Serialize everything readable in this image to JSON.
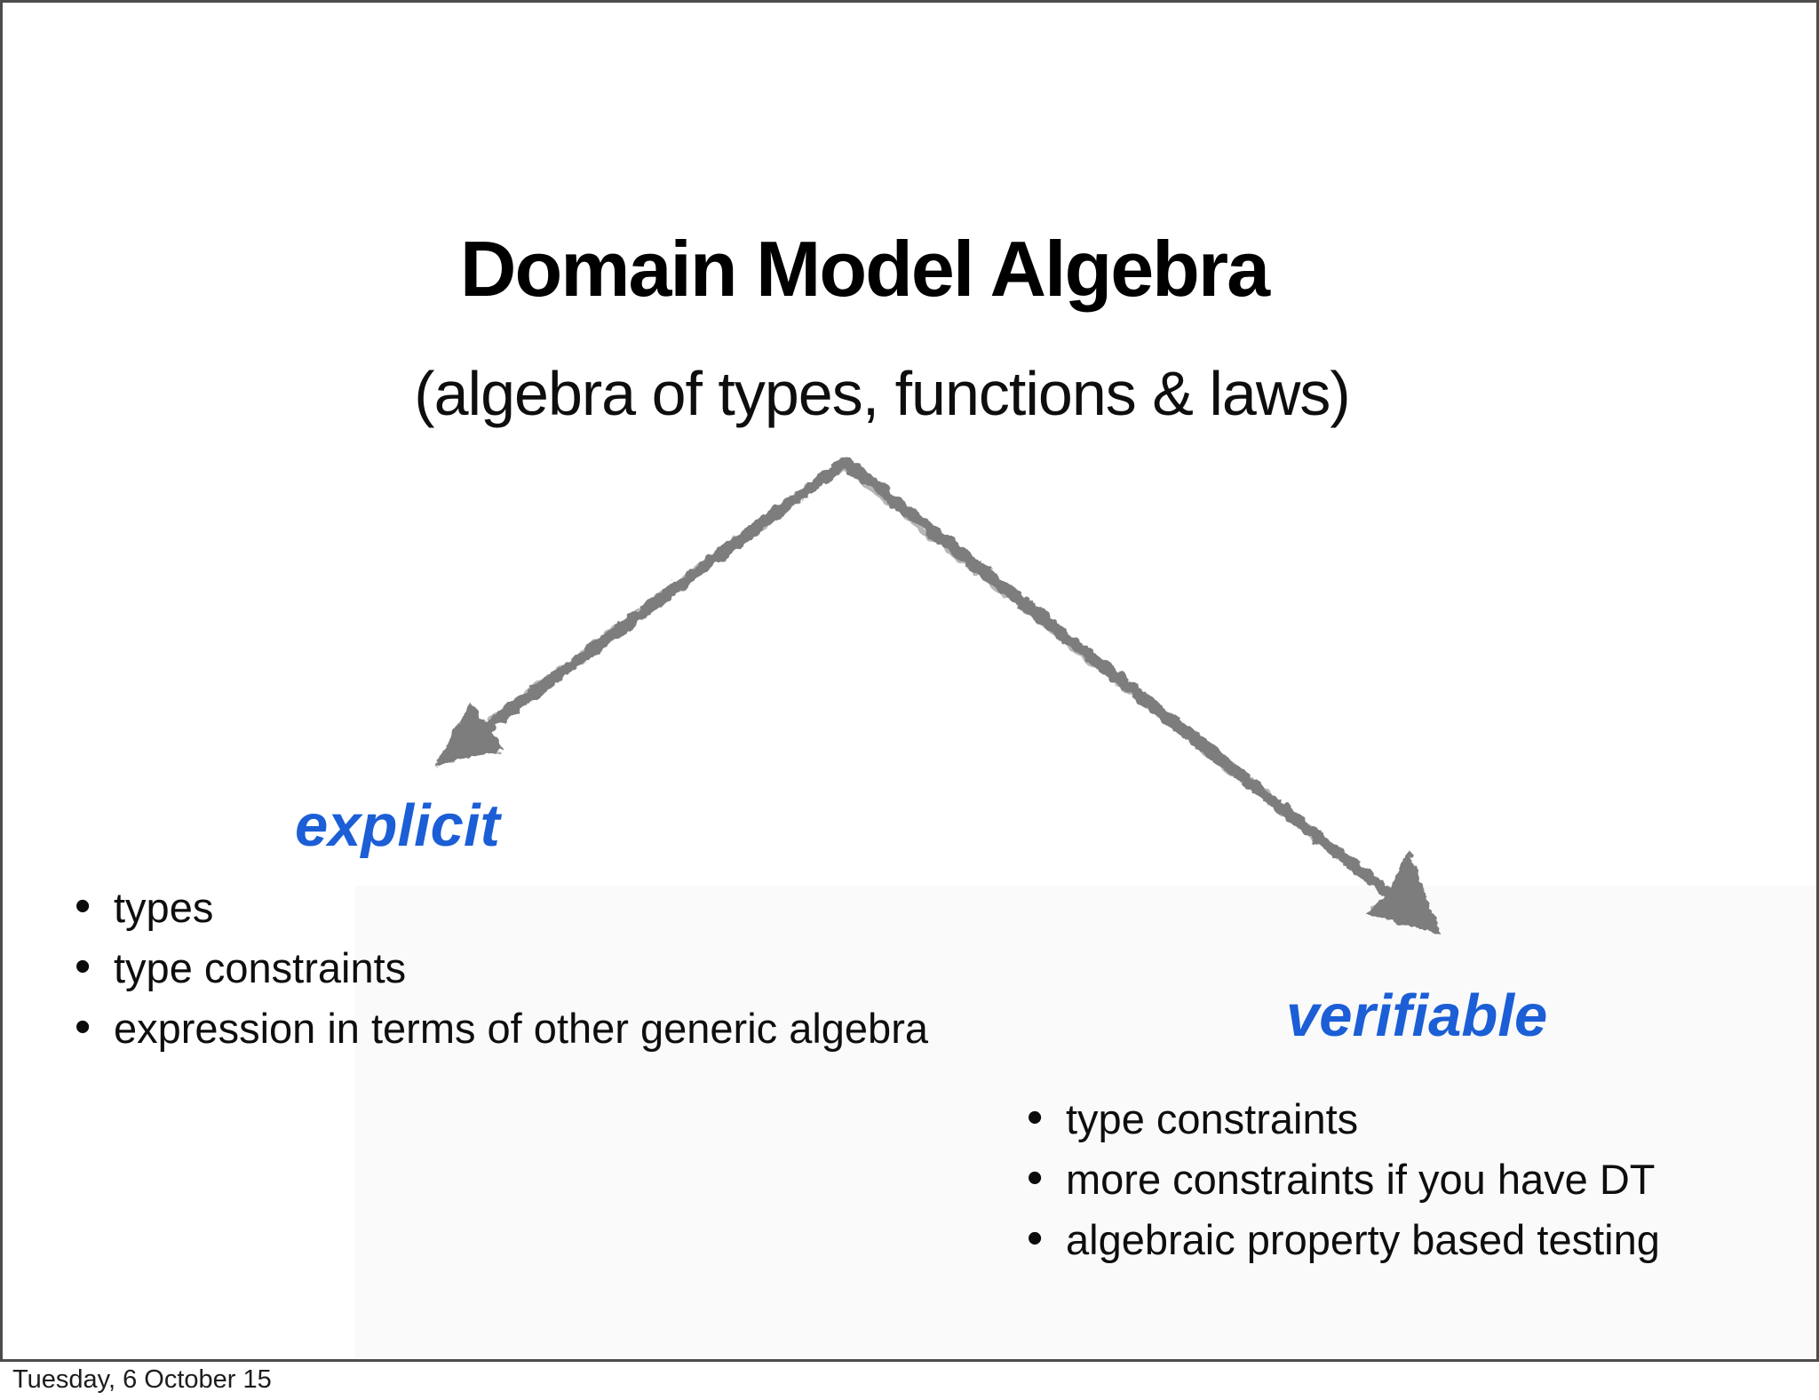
{
  "slide": {
    "title": "Domain Model Algebra",
    "subtitle": "(algebra of types, functions & laws)",
    "left_branch": {
      "label": "explicit",
      "bullets": [
        "types",
        "type constraints",
        "expression in terms of other generic algebra"
      ]
    },
    "right_branch": {
      "label": "verifiable",
      "bullets": [
        "type constraints",
        "more constraints if you have DT",
        "algebraic property based testing"
      ]
    }
  },
  "footer": {
    "date": "Tuesday, 6 October 15"
  },
  "colors": {
    "accent_blue": "#1b5ed6",
    "arrow_gray": "#7d7d7d",
    "frame_gray": "#4c4c4c",
    "panel_gray": "#fafafa"
  }
}
